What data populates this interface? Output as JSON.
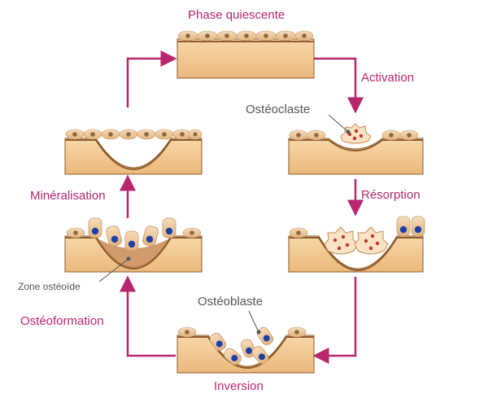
{
  "stages": {
    "quiescent": "Phase quiescente",
    "activation": "Activation",
    "resorption": "Résorption",
    "inversion": "Inversion",
    "osteoformation": "Ostéoformation",
    "mineralisation": "Minéralisation"
  },
  "cells": {
    "osteoclast": "Ostéoclaste",
    "osteoblast": "Ostéoblaste",
    "osteoid_zone": "Zone ostéoïde"
  },
  "colors": {
    "arrow": "#b8266e",
    "bone_fill": "#f1c791",
    "bone_edge": "#8b5a2b",
    "lining_cell": "#ecc79b",
    "lining_nucleus": "#8a6a45",
    "osteoblast_nucleus": "#1d3fa8",
    "osteoclast_dot": "#c0392b",
    "osteoid": "#c98a55"
  }
}
